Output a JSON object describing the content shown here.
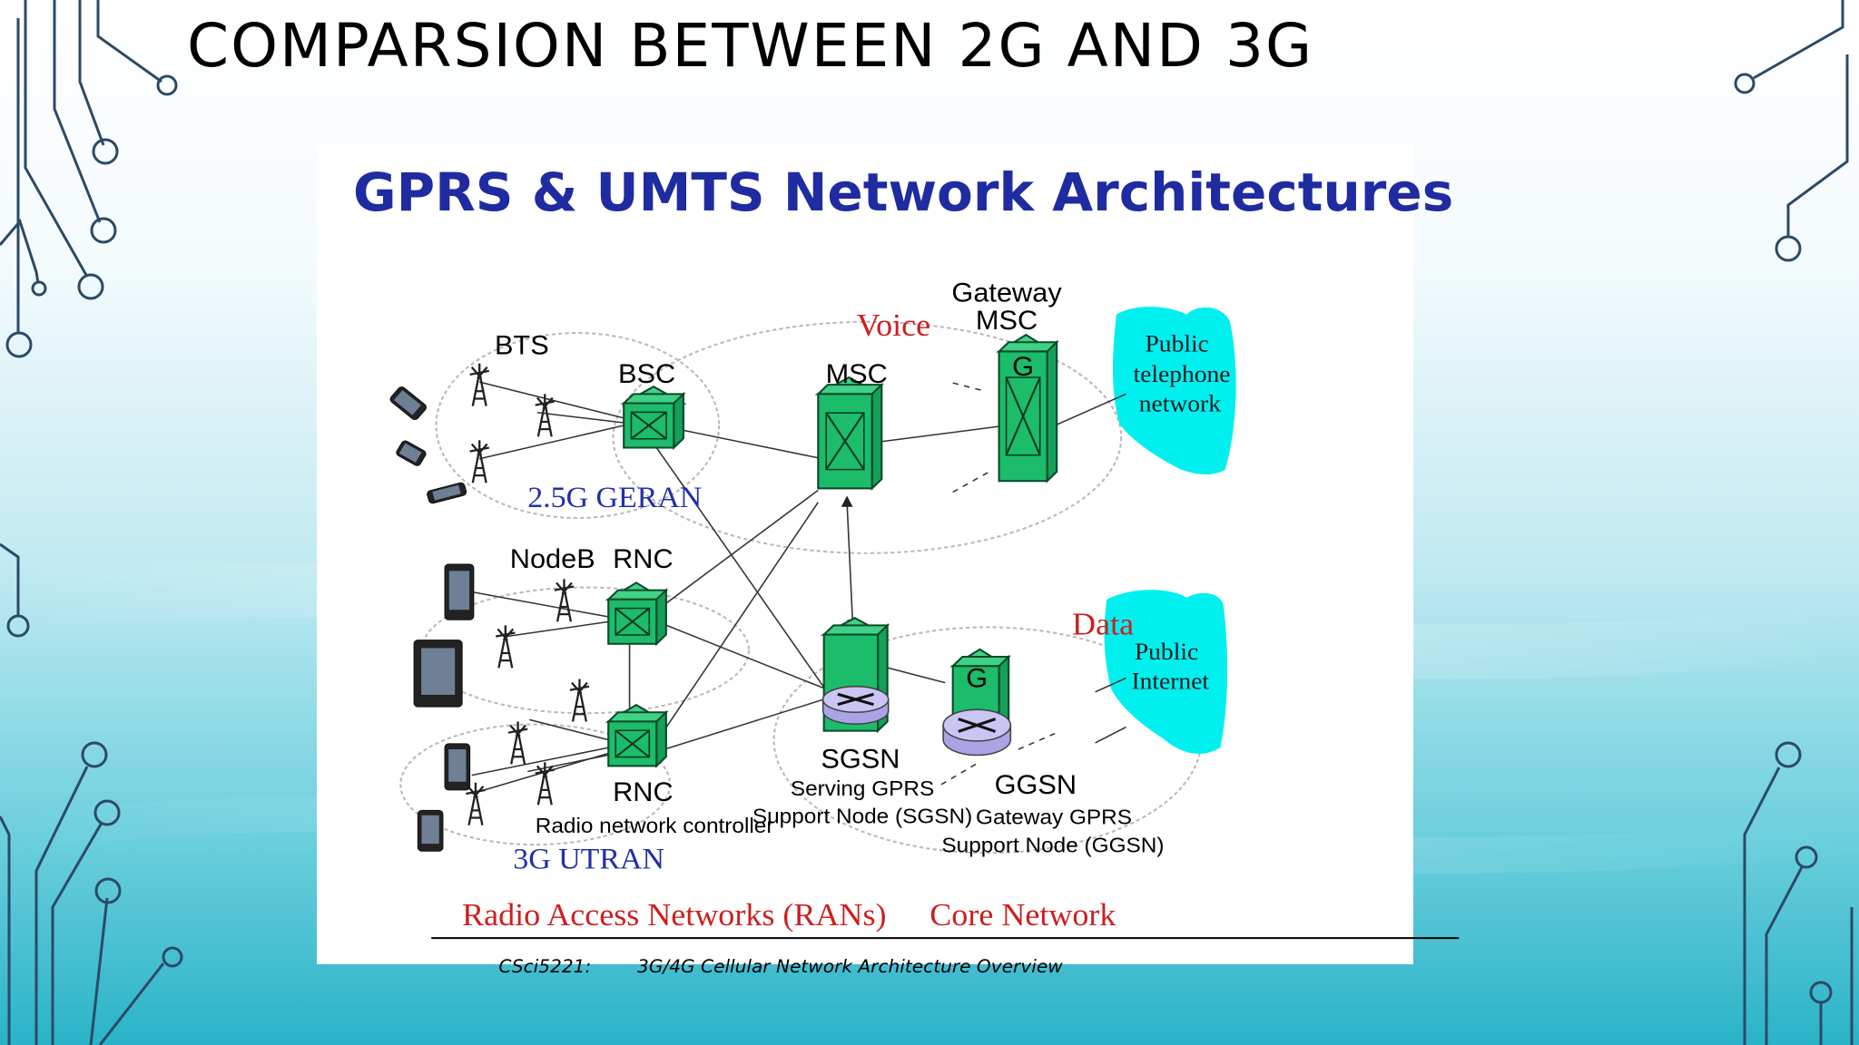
{
  "slide": {
    "title": "COMPARSION BETWEEN 2G AND 3G",
    "colors": {
      "bg_top": "#ffffff",
      "bg_mid": "#bfe9f1",
      "bg_bottom": "#2ab3c8",
      "circuit_line": "#2c4a66"
    }
  },
  "diagram": {
    "title": "GPRS & UMTS  Network Architectures",
    "colors": {
      "node_fill": "#1cbc6a",
      "cloud": "#00f0f0",
      "title_blue": "#1f2ba0",
      "label_red": "#cc1f1f",
      "label_blue": "#2130a8"
    },
    "labels": {
      "bts": "BTS",
      "bsc": "BSC",
      "msc": "MSC",
      "gateway_msc_line1": "Gateway",
      "gateway_msc_line2": "MSC",
      "g_msc": "G",
      "voice": "Voice",
      "pstn_line1": "Public",
      "pstn_line2": "telephone",
      "pstn_line3": "network",
      "geran": "2.5G GERAN",
      "nodeb": "NodeB",
      "rnc_top": "RNC",
      "rnc_bottom": "RNC",
      "rnc_desc": "Radio network controller",
      "data": "Data",
      "sgsn": "SGSN",
      "sgsn_desc_line1": "Serving GPRS",
      "sgsn_desc_line2": "Support Node (SGSN)",
      "g_ggsn": "G",
      "ggsn": "GGSN",
      "ggsn_desc_line1": "Gateway GPRS",
      "ggsn_desc_line2": "Support Node (GGSN)",
      "internet_line1": "Public",
      "internet_line2": "Internet",
      "utran": "3G UTRAN",
      "ran": "Radio Access Networks (RANs)",
      "core": "Core Network"
    },
    "footer": {
      "course": "CSci5221:",
      "subtitle": "3G/4G Cellular Network Architecture Overview"
    }
  }
}
